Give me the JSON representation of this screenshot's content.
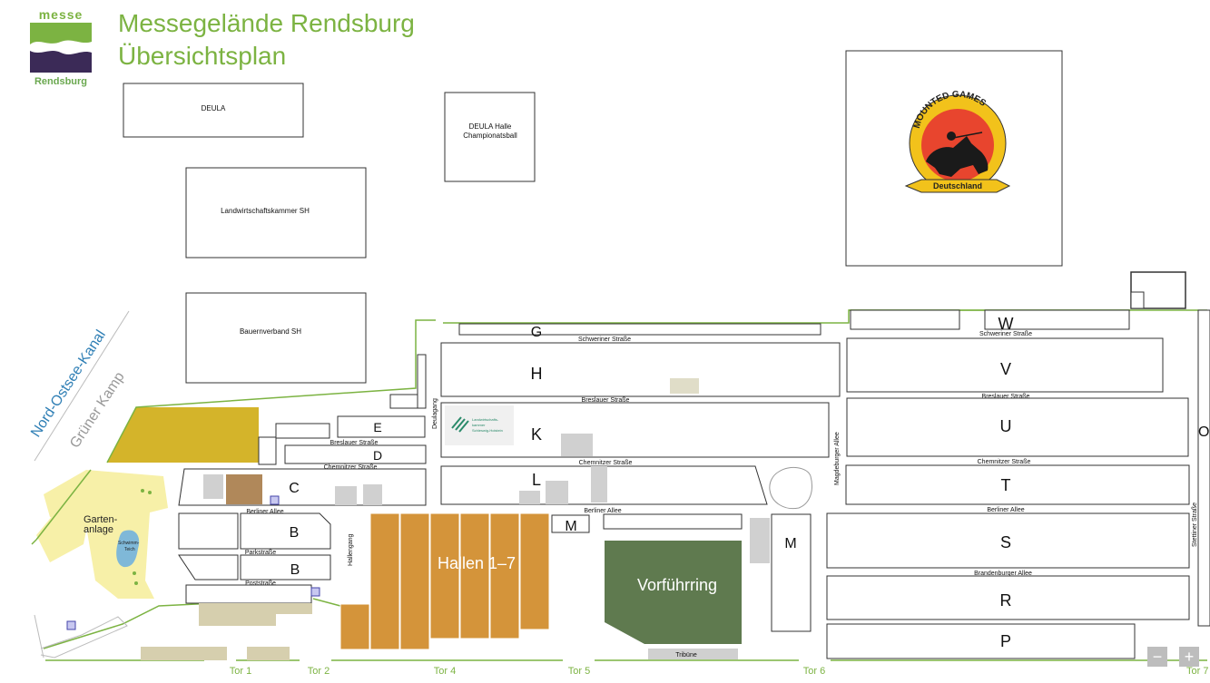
{
  "title": {
    "line1": "Messegelände Rendsburg",
    "line2": "Übersichtsplan"
  },
  "logo": {
    "top_text": "messe",
    "bottom_text": "Rendsburg",
    "colors": {
      "green": "#7cb342",
      "purple": "#3b2a57",
      "text_green": "#6aa84f"
    }
  },
  "colors": {
    "path_green": "#7cb342",
    "hall_orange": "#d4943a",
    "arena_green": "#5f7a4f",
    "mustard": "#d4b42a",
    "garden_yellow": "#f7f0a8",
    "pond_blue": "#7fb8d8",
    "grey_block": "#d0d0d0",
    "brown_block": "#b0885a",
    "sand_block": "#d6cfae",
    "canal_blue": "#2f7fb5",
    "street_grey": "#999999"
  },
  "buildings": {
    "deula": "DEULA",
    "deula_halle_1": "DEULA Halle",
    "deula_halle_2": "Championatsball",
    "landwirtschaftskammer": "Landwirtschaftskammer SH",
    "bauernverband": "Bauernverband SH"
  },
  "mounted_games": {
    "top_text": "MOUNTED GAMES",
    "ribbon_text": "Deutschland"
  },
  "areas": {
    "G": "G",
    "W": "W",
    "H": "H",
    "V": "V",
    "K": "K",
    "U": "U",
    "E": "E",
    "D": "D",
    "L": "L",
    "T": "T",
    "C": "C",
    "B1": "B",
    "B2": "B",
    "M1": "M",
    "M2": "M",
    "S": "S",
    "R": "R",
    "P": "P",
    "O": "O",
    "hallen": "Hallen 1–7",
    "vorfuehrring": "Vorführring",
    "tribuene": "Tribüne",
    "garden_1": "Garten-",
    "garden_2": "anlage",
    "pond_1": "Schwimm-",
    "pond_2": "Teich"
  },
  "streets": {
    "schweriner_1": "Schweriner Straße",
    "schweriner_2": "Schweriner Straße",
    "breslauer_1": "Breslauer Straße",
    "breslauer_2": "Breslauer Straße",
    "breslauer_3": "Breslauer Straße",
    "chemnitzer_1": "Chemnitzer Straße",
    "chemnitzer_2": "Chemnitzer Straße",
    "chemnitzer_3": "Chemnitzer Straße",
    "berliner_1": "Berliner Allee",
    "berliner_2": "Berliner Allee",
    "berliner_3": "Berliner Allee",
    "brandenburger": "Brandenburger Allee",
    "parkstrasse": "Parkstraße",
    "poststrasse": "Poststraße",
    "deulagang": "Deulagang",
    "hallengang": "Hallengang",
    "magdeburger": "Magdeburger Allee",
    "stettiner": "Stettiner Straße",
    "nord_ostsee_kanal": "Nord-Ostsee-Kanal",
    "gruener_kamp": "Grüner Kamp"
  },
  "sponsor": {
    "line1": "Landwirtschafts-",
    "line2": "kammer",
    "line3": "Schleswig-Holstein"
  },
  "gates": {
    "tor1": "Tor 1",
    "tor2": "Tor 2",
    "tor4": "Tor 4",
    "tor5": "Tor 5",
    "tor6": "Tor 6",
    "tor7": "Tor 7"
  },
  "zoom": {
    "out": "−",
    "in": "+"
  }
}
